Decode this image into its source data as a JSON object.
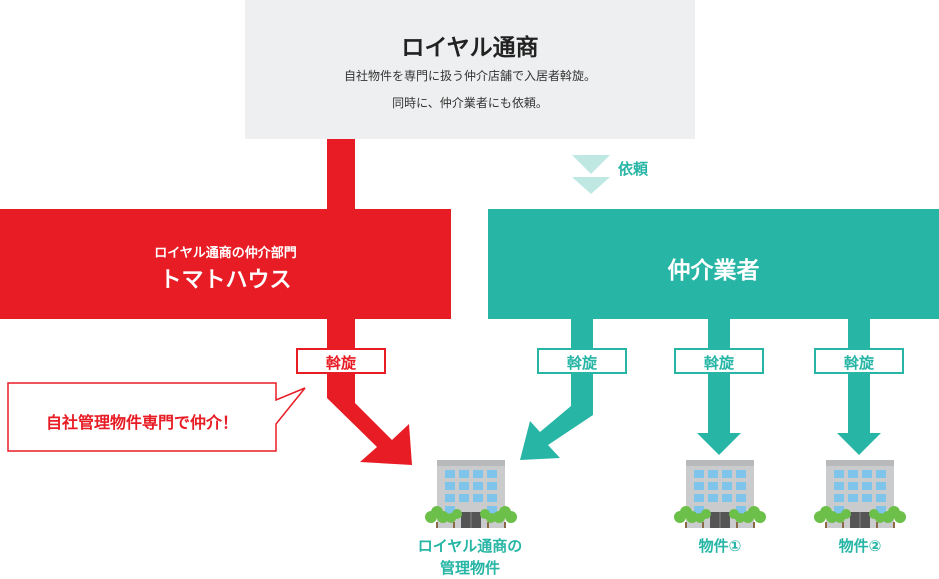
{
  "top": {
    "title": "ロイヤル通商",
    "desc_line1": "自社物件を専門に扱う仲介店舗で入居者斡旋。",
    "desc_line2": "同時に、仲介業者にも依頼。"
  },
  "request_label": "依頼",
  "red_box": {
    "subtitle": "ロイヤル通商の仲介部門",
    "title": "トマトハウス"
  },
  "green_box": {
    "title": "仲介業者"
  },
  "mediation_tags": {
    "red": "斡旋",
    "green1": "斡旋",
    "green2": "斡旋",
    "green3": "斡旋"
  },
  "callout": "自社管理物件専門で仲介！",
  "buildings": {
    "own": {
      "line1": "ロイヤル通商の",
      "line2": "管理物件"
    },
    "property1": "物件①",
    "property2": "物件②"
  },
  "colors": {
    "red": "#e81c24",
    "green": "#27b5a5",
    "light_green": "#bfe8e2",
    "gray_box": "#eeeff0",
    "building": "#c9cbcd",
    "window": "#7fc4ea",
    "tree": "#6cc04a"
  }
}
